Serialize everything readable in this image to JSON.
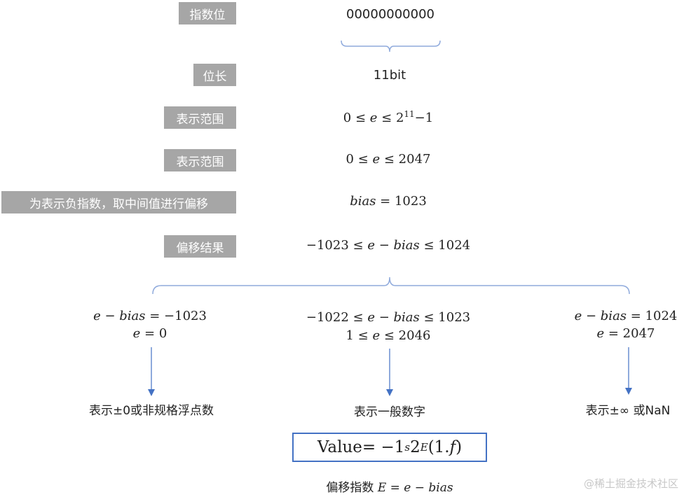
{
  "labels": {
    "exponent_bits": "指数位",
    "bit_length": "位长",
    "range1": "表示范围",
    "range2": "表示范围",
    "bias_desc": "为表示负指数，取中间值进行偏移",
    "bias_result": "偏移结果"
  },
  "values": {
    "bits": "00000000000",
    "length": "11bit",
    "range1_lhs": "0 ≤ ",
    "range1_var": "e",
    "range1_rhs": " ≤  2",
    "range1_exp": "11",
    "range1_tail": "−1",
    "range2_lhs": "0 ≤ ",
    "range2_var": "e",
    "range2_rhs": " ≤  2047",
    "bias_var": "bias",
    "bias_rhs": " = 1023",
    "result_lhs": "−1023 ≤ ",
    "result_var": "e − bias",
    "result_rhs": " ≤ 1024"
  },
  "branches": {
    "left": {
      "line1_var": "e − bias",
      "line1_rhs": " = −1023",
      "line2_var": "e",
      "line2_rhs": " = 0",
      "caption": "表示±0或非规格浮点数"
    },
    "middle": {
      "line1_lhs": "−1022 ≤ ",
      "line1_var": "e − bias",
      "line1_rhs": " ≤ 1023",
      "line2_lhs": "1 ≤ ",
      "line2_var": "e",
      "line2_rhs": " ≤ 2046",
      "caption": "表示一般数字"
    },
    "right": {
      "line1_var": "e − bias",
      "line1_rhs": " = 1024",
      "line2_var": "e",
      "line2_rhs": " = 2047",
      "caption": "表示±∞ 或NaN"
    }
  },
  "formula": {
    "lhs": "Value",
    "eq": " =  −1",
    "exp_s": "s",
    "two": "2",
    "exp_E": "E",
    "tail": "(1.",
    "f": "f",
    "close": ")"
  },
  "bottom": {
    "cn": "偏移指数 ",
    "math": "E = e − bias"
  },
  "watermark": "@稀土掘金技术社区",
  "colors": {
    "label_bg": "#a6a6a6",
    "accent": "#4472c4"
  }
}
